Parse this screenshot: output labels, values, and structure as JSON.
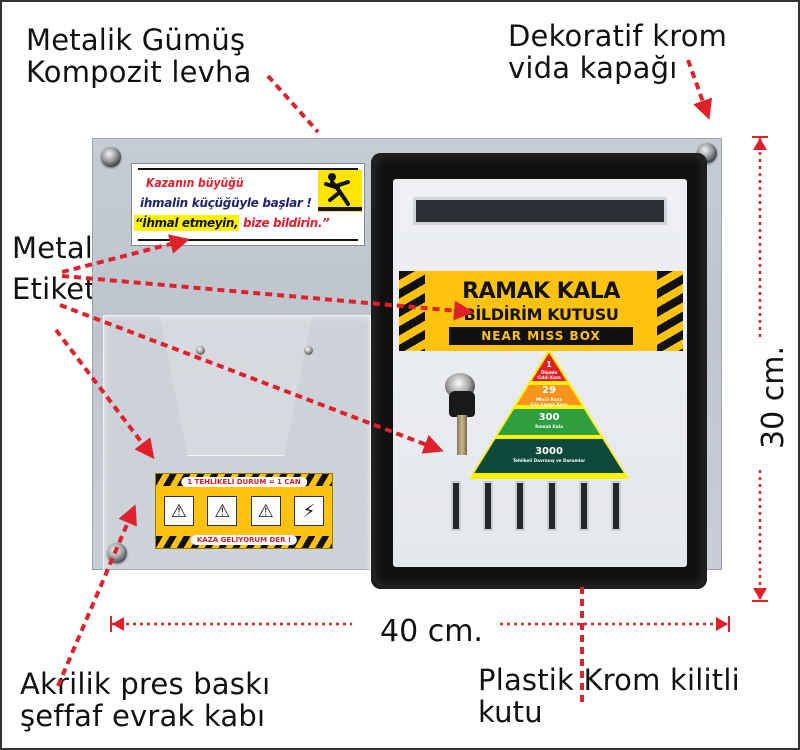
{
  "callouts": {
    "top_left": [
      "Metalik Gümüş",
      "Kompozit levha"
    ],
    "top_right": [
      "Dekoratif krom",
      "vida kapağı"
    ],
    "metal_label": [
      "Metal",
      "Etiket"
    ],
    "bottom_left": [
      "Akrilik pres baskı",
      "şeffaf evrak kabı"
    ],
    "bottom_right": [
      "Plastik Krom kilitli",
      "kutu"
    ]
  },
  "dimensions": {
    "width_label": "40 cm.",
    "height_label": "30 cm."
  },
  "sticker_top": {
    "line1": "Kazanın büyüğü",
    "line2": "ihmalin küçüğüyle başlar !",
    "line3_highlight": "“İhmal etmeyin,",
    "line3_red": " bize bildirin.”",
    "icon": "slip-fall-warning-icon"
  },
  "sticker_holder": {
    "top_text": "1 TEHLİKELİ DURUM = 1 CAN",
    "bottom_text": "KAZA GELİYORUM DER !",
    "icons": [
      "slip-icon",
      "chair-fall-icon",
      "stair-fall-icon",
      "electric-shock-icon"
    ]
  },
  "sticker_box": {
    "title1": "RAMAK KALA",
    "title2": "BİLDİRİM KUTUSU",
    "subtitle": "NEAR MISS BOX"
  },
  "pyramid": {
    "levels": [
      {
        "value": "1",
        "label": "Ölümle",
        "sub": "Ciddi Kaza",
        "color": "#e31e24"
      },
      {
        "value": "29",
        "label": "Minör Kaza",
        "sub": "Gün kayıplı Kaza",
        "color": "#f7941d"
      },
      {
        "value": "300",
        "label": "Ramak Kala",
        "sub": "",
        "color": "#2e9e3f"
      },
      {
        "value": "3000",
        "label": "Tehlikeli Davranış ve Durumlar",
        "sub": "",
        "color": "#0d4a3a"
      }
    ],
    "border_color": "#fff200"
  },
  "colors": {
    "arrow_red": "#e0202a",
    "hazard_yellow": "#ffc20e",
    "panel_silver": "#c6ccd4"
  }
}
